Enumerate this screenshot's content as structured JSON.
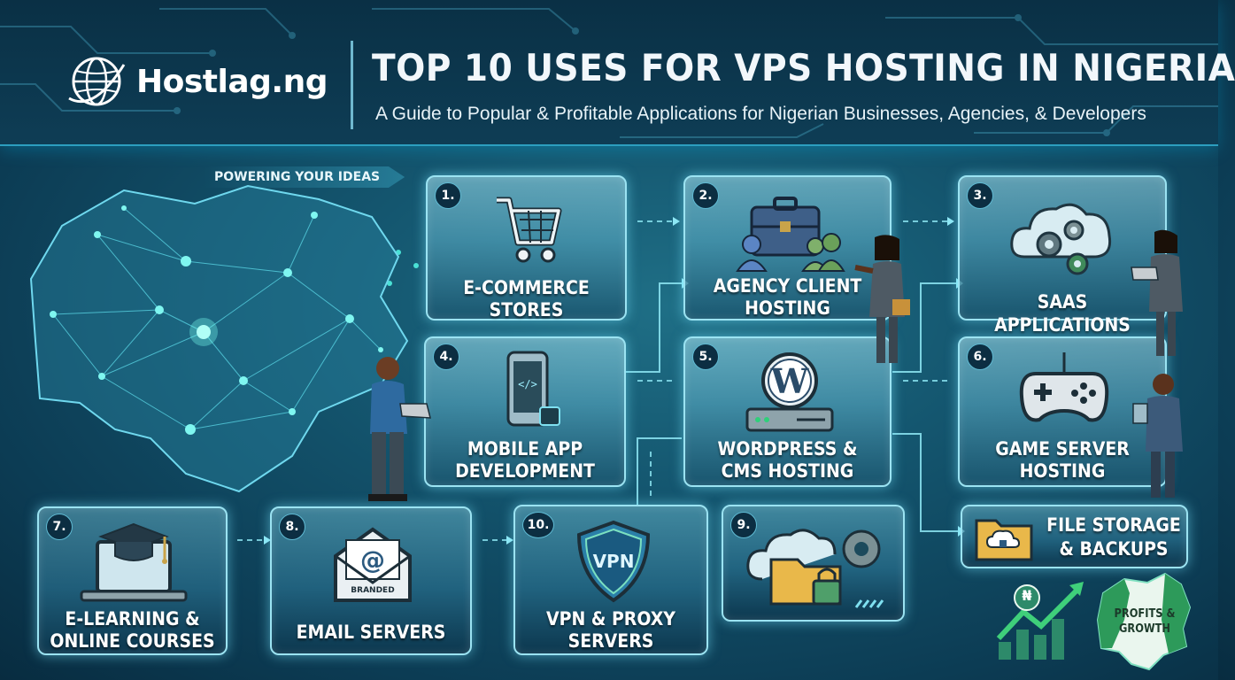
{
  "brand": {
    "name": "Hostlag.ng"
  },
  "header": {
    "title": "TOP 10 USES FOR VPS HOSTING IN NIGERIA",
    "subtitle": "A Guide to Popular & Profitable Applications for Nigerian Businesses, Agencies, & Developers"
  },
  "map": {
    "tag": "POWERING YOUR IDEAS"
  },
  "cards": [
    {
      "num": "1.",
      "l1": "E-COMMERCE",
      "l2": "STORES",
      "icon": "shopping-cart-icon"
    },
    {
      "num": "2.",
      "l1": "AGENCY CLIENT",
      "l2": "HOSTING",
      "icon": "briefcase-icon"
    },
    {
      "num": "3.",
      "l1": "SaaS APPLICATIONS",
      "l2": "",
      "icon": "cloud-gears-icon"
    },
    {
      "num": "4.",
      "l1": "MOBILE APP",
      "l2": "DEVELOPMENT",
      "icon": "smartphone-code-icon"
    },
    {
      "num": "5.",
      "l1": "WORDPRESS &",
      "l2": "CMS HOSTING",
      "icon": "wordpress-server-icon"
    },
    {
      "num": "6.",
      "l1": "GAME SERVER",
      "l2": "HOSTING",
      "icon": "gamepad-icon"
    },
    {
      "num": "7.",
      "l1": "E-LEARNING &",
      "l2": "ONLINE COURSES",
      "icon": "graduation-laptop-icon"
    },
    {
      "num": "8.",
      "l1": "EMAIL SERVERS",
      "l2": "",
      "icon": "envelope-icon",
      "badge": "BRANDED"
    },
    {
      "num": "9.",
      "l1": "FILE STORAGE",
      "l2": "& BACKUPS",
      "icon": "cloud-folder-lock-icon"
    },
    {
      "num": "10.",
      "l1": "VPN & PROXY",
      "l2": "SERVERS",
      "icon": "vpn-shield-icon",
      "badge": "VPN"
    }
  ],
  "growth": {
    "currency": "₦",
    "label1": "PROFITS &",
    "label2": "GROWTH"
  },
  "colors": {
    "accent": "#9be3f2",
    "header_bg": "#0a3045",
    "glow": "#4ff0e0"
  }
}
